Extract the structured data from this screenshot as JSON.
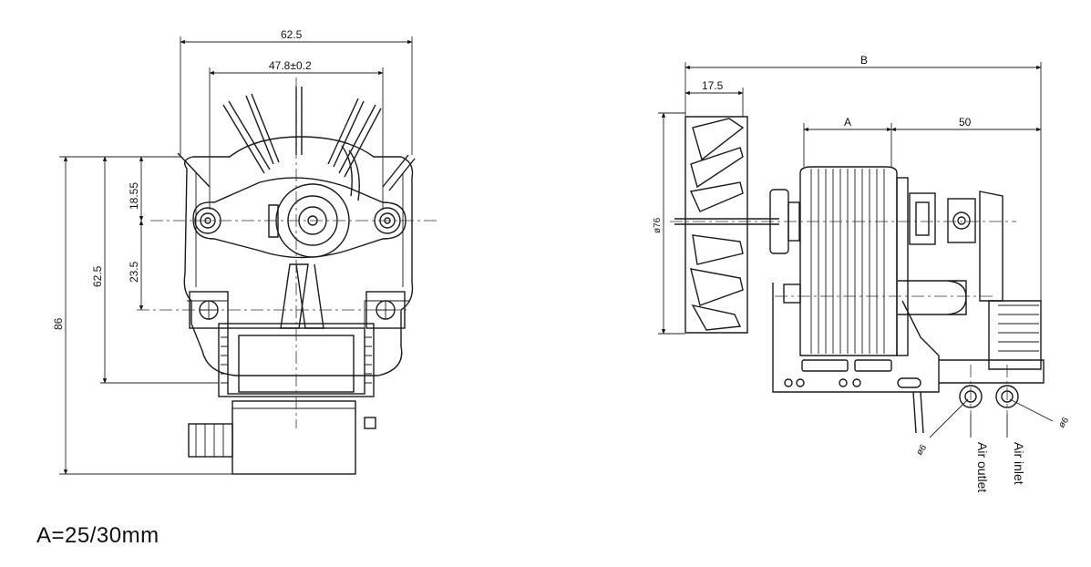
{
  "front_view": {
    "dims": {
      "overall_width": "62.5",
      "mount_width": "47.8±0.2",
      "top_offset": "18.55",
      "mid_offset": "23.5",
      "mount_height": "62.5",
      "overall_height": "86"
    }
  },
  "side_view": {
    "dims": {
      "overall_length": "B",
      "fan_width": "17.5",
      "stack_length": "A",
      "rear_length": "50",
      "fan_diameter": "ø76",
      "port_left": "ø6",
      "port_right": "ø6"
    },
    "labels": {
      "air_outlet": "Air outlet",
      "air_inlet": "Air inlet"
    }
  },
  "note": "A=25/30mm"
}
